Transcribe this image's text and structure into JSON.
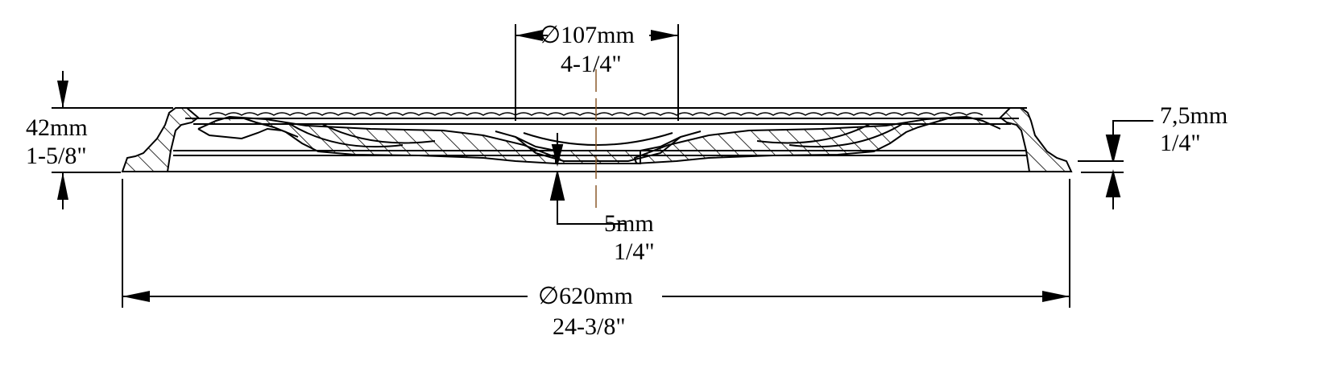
{
  "drawing": {
    "subject": "ceiling medallion cross-section",
    "colors": {
      "line": "#000000",
      "centerline": "#8b5a2b",
      "background": "#ffffff"
    }
  },
  "dimensions": {
    "inner_diameter": {
      "symbol": "∅",
      "metric": "107mm",
      "imperial": "4-1/4\""
    },
    "height": {
      "metric": "42mm",
      "imperial": "1-5/8\""
    },
    "rim_thickness": {
      "metric": "7,5mm",
      "imperial": "1/4\""
    },
    "center_thickness": {
      "metric": "5mm",
      "imperial": "1/4\""
    },
    "outer_diameter": {
      "symbol": "∅",
      "metric": "620mm",
      "imperial": "24-3/8\""
    }
  }
}
